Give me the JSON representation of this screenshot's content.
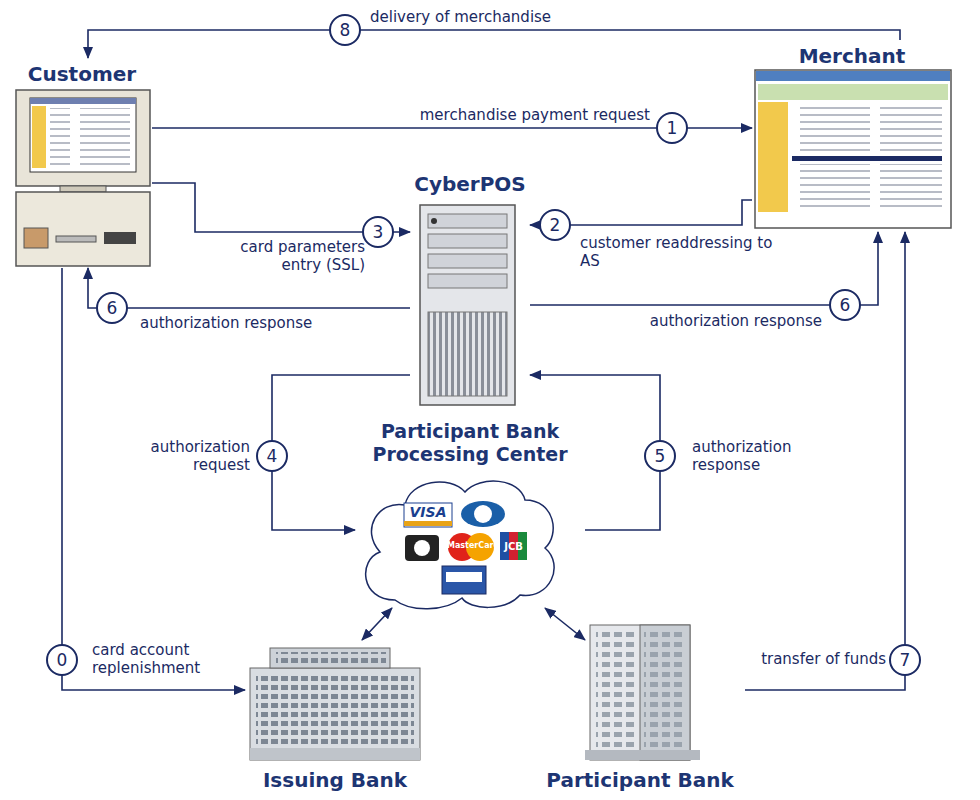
{
  "diagram": {
    "nodes": [
      {
        "text": [
          "Customer"
        ]
      },
      {
        "text": [
          "Merchant"
        ]
      },
      {
        "text": [
          "CyberPOS"
        ]
      },
      {
        "text": [
          "Participant Bank Processing Center"
        ]
      },
      {
        "text": [
          "Issuing Bank"
        ]
      },
      {
        "text": [
          "Participant Bank"
        ]
      }
    ],
    "edges": [
      {
        "from": 0,
        "to": 1,
        "arrow": "to",
        "label": "merchandise payment request"
      },
      {
        "from": 1,
        "to": 2,
        "arrow": "to",
        "label": "customer readdressing to AS"
      },
      {
        "from": 0,
        "to": 2,
        "arrow": "to",
        "label": "card parameters entry (SSL)"
      },
      {
        "from": 2,
        "to": 0,
        "arrow": "to",
        "label": "authorization response"
      },
      {
        "from": 2,
        "to": 1,
        "arrow": "to",
        "label": "authorization response"
      },
      {
        "from": 2,
        "to": 3,
        "arrow": "to",
        "label": "authorization request"
      },
      {
        "from": 3,
        "to": 2,
        "arrow": "to",
        "label": "authorization response"
      },
      {
        "from": 3,
        "to": 4,
        "arrow": "both"
      },
      {
        "from": 3,
        "to": 5,
        "arrow": "both"
      },
      {
        "from": 0,
        "to": 4,
        "arrow": "to",
        "label": "card account replenishment"
      },
      {
        "from": 5,
        "to": 1,
        "arrow": "to",
        "label": "transfer of funds"
      },
      {
        "from": 1,
        "to": 0,
        "arrow": "to",
        "label": "delivery of merchandise"
      }
    ],
    "labels": [
      "1",
      "2",
      "3",
      "6",
      "6",
      "4",
      "5",
      "0",
      "7",
      "8",
      "VISA",
      "MasterCard",
      "JCB"
    ]
  }
}
